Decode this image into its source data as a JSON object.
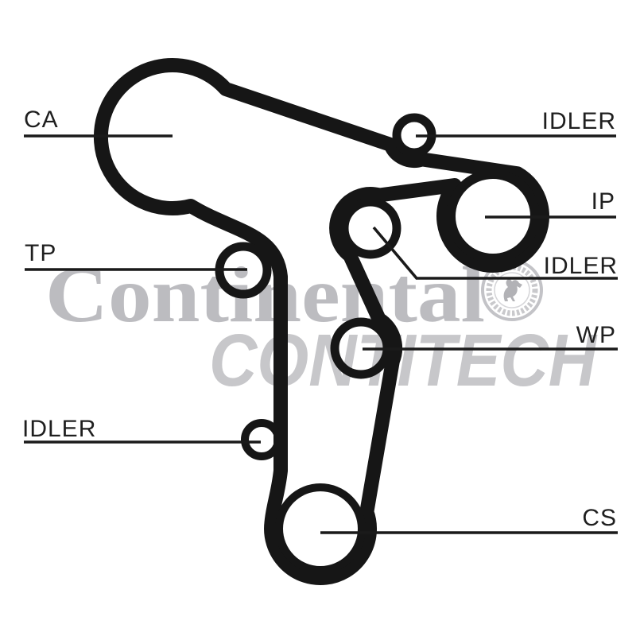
{
  "diagram": {
    "kind": "timing-belt-routing-diagram",
    "labels": {
      "ca": "CA",
      "tp": "TP",
      "idler_left": "IDLER",
      "idler_top": "IDLER",
      "ip": "IP",
      "idler_mid": "IDLER",
      "wp": "WP",
      "cs": "CS"
    }
  },
  "watermark": {
    "brand": "Continental",
    "product_line": "CONTITECH"
  },
  "colors": {
    "ink": "#161616",
    "line": "#1a1a1a",
    "label_text": "#1f1f1f",
    "watermark_serif_gray": "#bcbcc0",
    "watermark_sans_gray": "#c7c7ca",
    "stamp_gray": "#c3c3c7",
    "background": "#ffffff"
  }
}
